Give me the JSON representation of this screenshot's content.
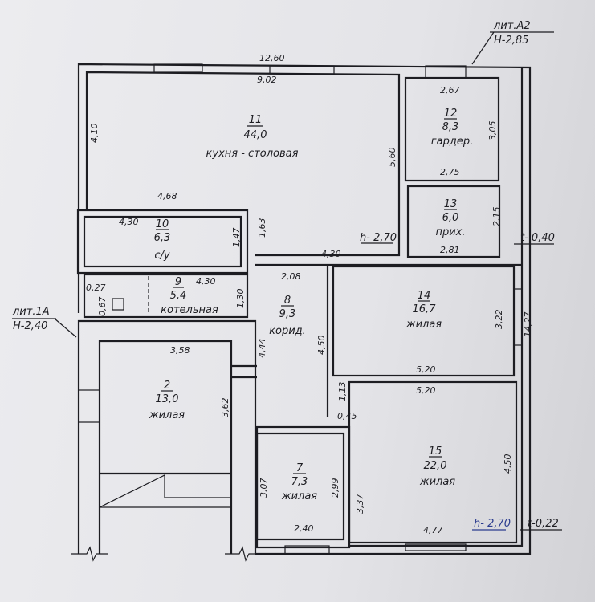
{
  "labels": {
    "lit_a2": "лит.А2",
    "h_a2": "Н-2,85",
    "lit_1a": "лит.1А",
    "h_1a": "Н-2,40",
    "h_270_top": "h- 2,70",
    "t_040": "t- 0,40",
    "h_270_bottom": "h- 2,70",
    "t_022": "t-0,22"
  },
  "rooms": [
    {
      "no": "11",
      "area": "44,0",
      "name": "кухня - столовая"
    },
    {
      "no": "12",
      "area": "8,3",
      "name": "гардер."
    },
    {
      "no": "13",
      "area": "6,0",
      "name": "прих."
    },
    {
      "no": "10",
      "area": "6,3",
      "name": "с/у"
    },
    {
      "no": "9",
      "area": "5,4",
      "name": "котельная"
    },
    {
      "no": "8",
      "area": "9,3",
      "name": "корид."
    },
    {
      "no": "14",
      "area": "16,7",
      "name": "жилая"
    },
    {
      "no": "2",
      "area": "13,0",
      "name": "жилая"
    },
    {
      "no": "15",
      "area": "22,0",
      "name": "жилая"
    },
    {
      "no": "7",
      "area": "7,3",
      "name": "жилая"
    }
  ],
  "dims": {
    "top_total": "12,60",
    "r11_top": "9,02",
    "r11_left": "4,10",
    "r11_right": "5,60",
    "r11_bottom": "4,68",
    "r11_bottom2": "4,30",
    "r12_top": "2,67",
    "r12_right": "3,05",
    "r12_bottom": "2,75",
    "r13_right": "2,15",
    "r13_bottom": "2,81",
    "r10_top": "4,30",
    "r10_right": "1,47",
    "r10_outer": "1,63",
    "r9_top": "4,30",
    "r9_right": "1,30",
    "r9_a": "0,27",
    "r9_b": "0,67",
    "r8_top": "2,08",
    "r8_left": "4,44",
    "r8_right": "4,50",
    "r14_right": "3,22",
    "r14_bottom": "5,20",
    "right_total": "14,27",
    "r15_top": "5,20",
    "r15_left_a": "1,13",
    "r15_left_b": "0,45",
    "r15_right": "4,50",
    "r15_bottom": "4,77",
    "r15_left": "3,37",
    "r2_top": "3,58",
    "r2_right": "3,62",
    "r7_left": "3,07",
    "r7_right": "2,99",
    "r7_bottom": "2,40"
  }
}
